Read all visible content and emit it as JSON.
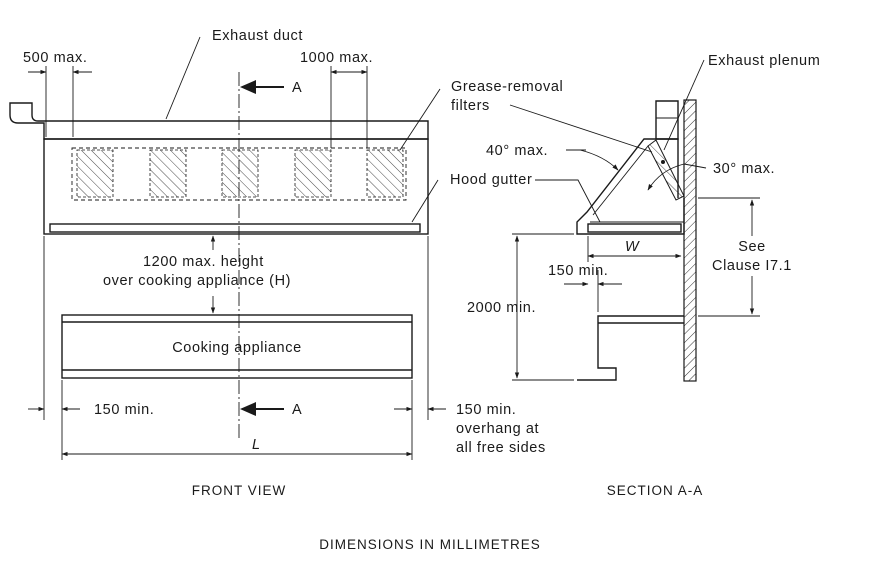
{
  "front_view": {
    "label_exhaust_duct": "Exhaust duct",
    "label_500_max": "500 max.",
    "label_1000_max": "1000 max.",
    "label_section_arrow_top": "A",
    "label_grease_filters_line1": "Grease-removal",
    "label_grease_filters_line2": "filters",
    "label_hood_gutter": "Hood gutter",
    "label_height_line1": "1200 max. height",
    "label_height_line2": "over cooking appliance (H)",
    "label_cooking_appliance": "Cooking appliance",
    "label_150_min_left": "150 min.",
    "label_section_arrow_bottom": "A",
    "label_150_min_right_line1": "150 min.",
    "label_150_min_right_line2": "overhang at",
    "label_150_min_right_line3": "all free sides",
    "label_length": "L",
    "caption": "FRONT VIEW"
  },
  "section_view": {
    "label_exhaust_plenum": "Exhaust plenum",
    "label_40_max": "40° max.",
    "label_30_max": "30° max.",
    "label_width": "W",
    "label_150_min": "150 min.",
    "label_2000_min": "2000 min.",
    "label_see_line1": "See",
    "label_see_line2": "Clause I7.1",
    "caption": "SECTION A-A"
  },
  "footer": {
    "units_note": "DIMENSIONS IN MILLIMETRES"
  }
}
